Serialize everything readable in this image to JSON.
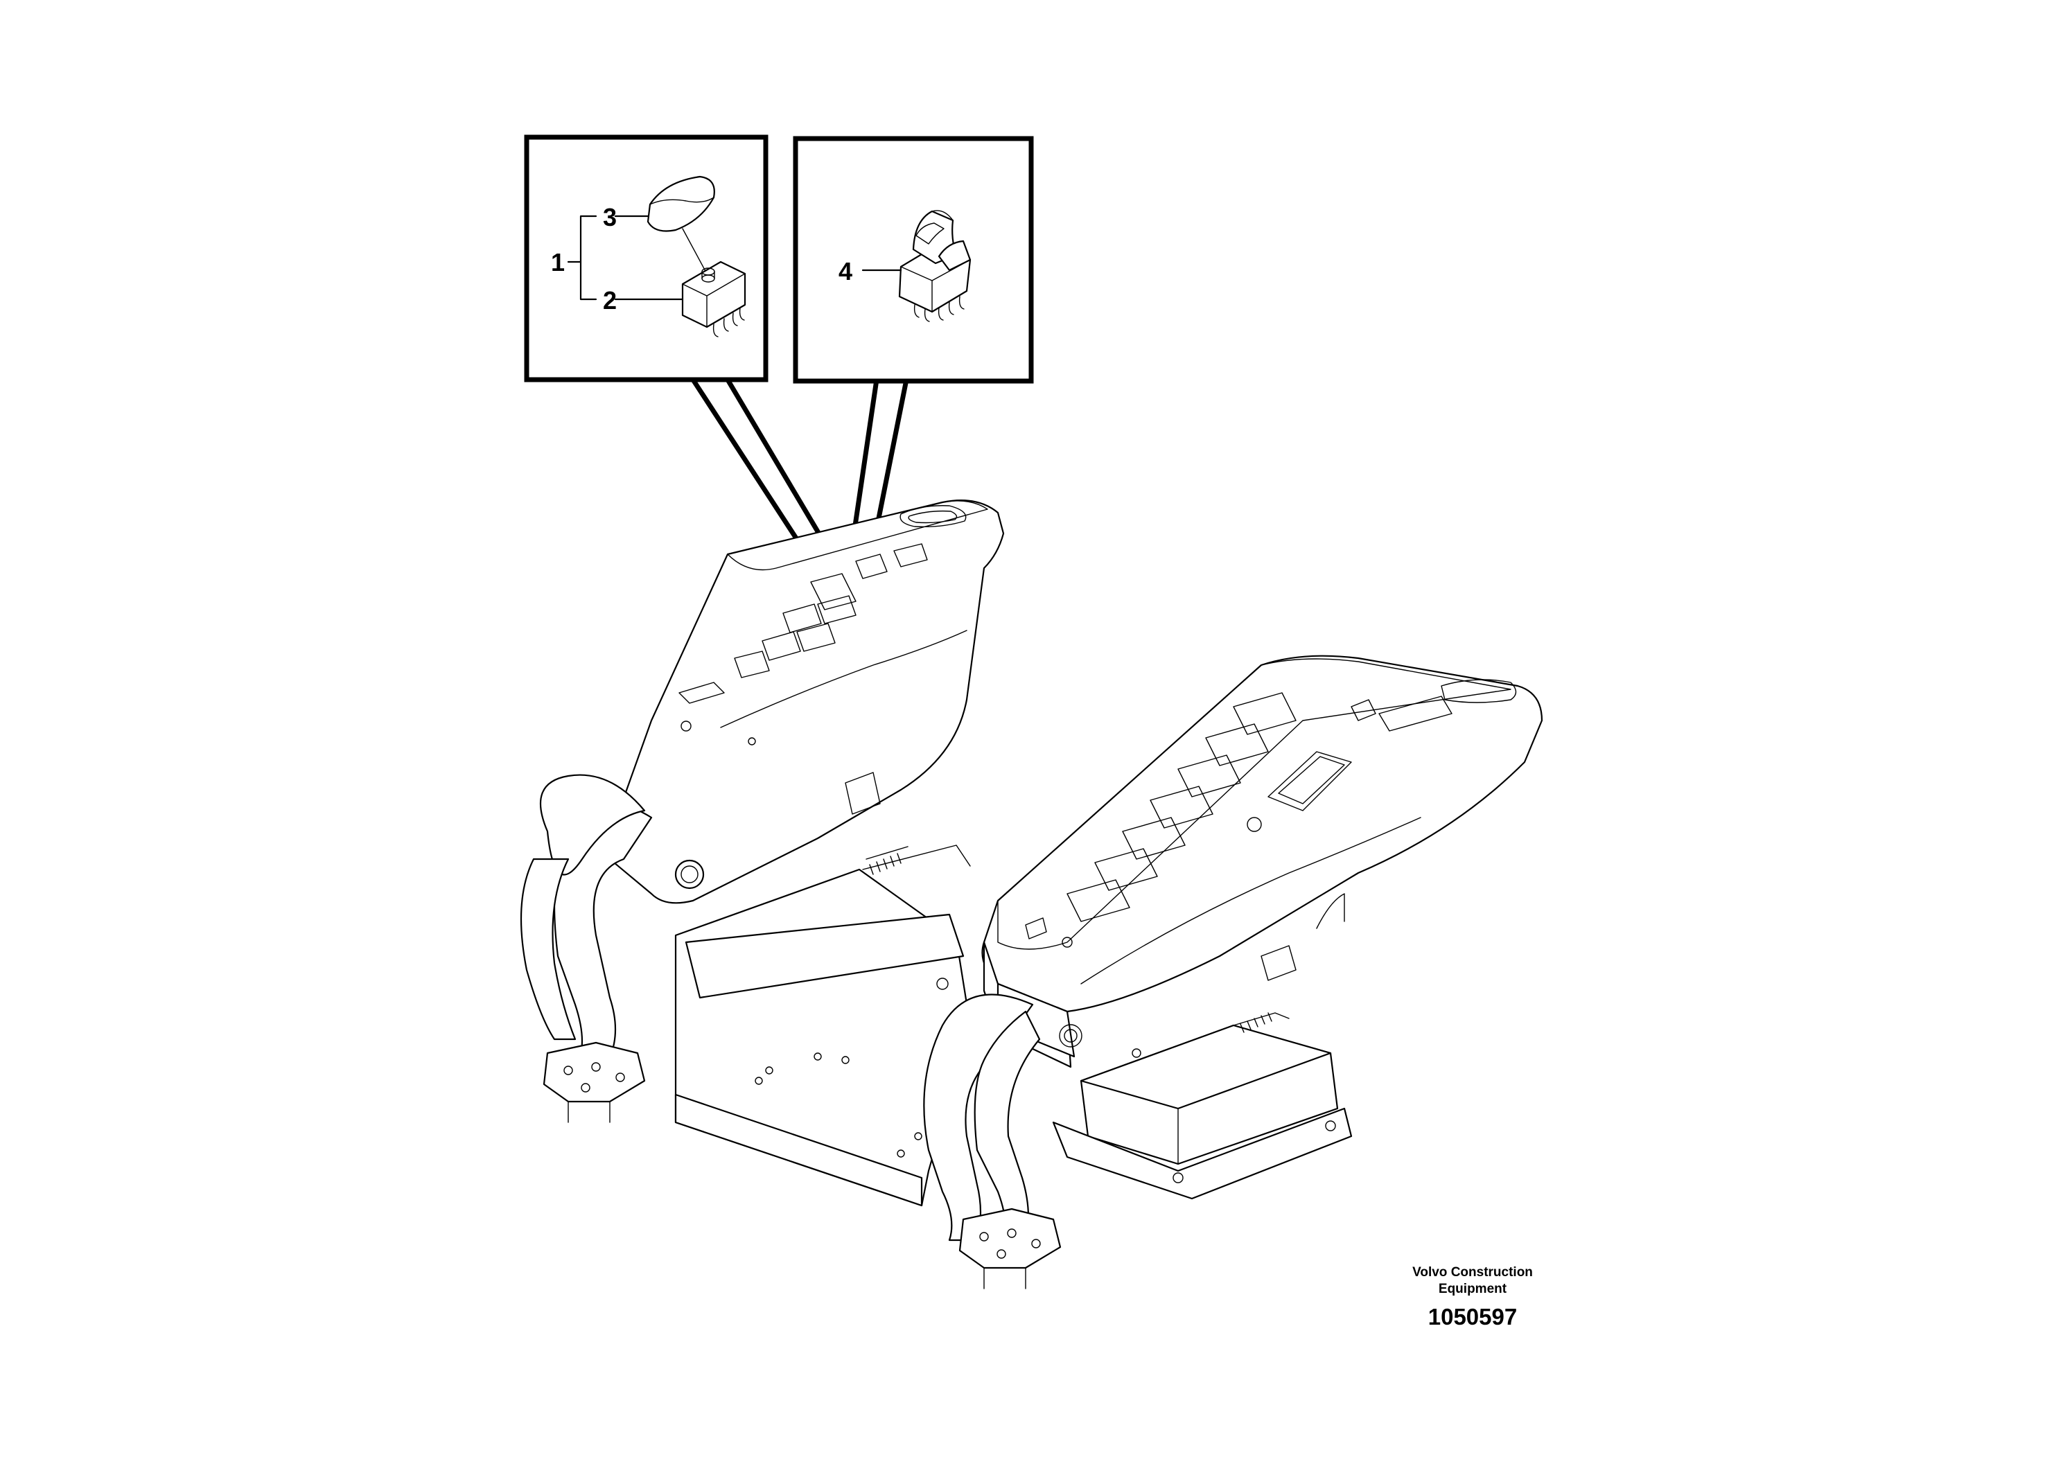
{
  "callouts": {
    "item1": "1",
    "item2": "2",
    "item3": "3",
    "item4": "4"
  },
  "credit": {
    "line1": "Volvo Construction",
    "line2": "Equipment"
  },
  "drawing_number": "1050597",
  "colors": {
    "line": "#000000",
    "background": "#ffffff"
  }
}
